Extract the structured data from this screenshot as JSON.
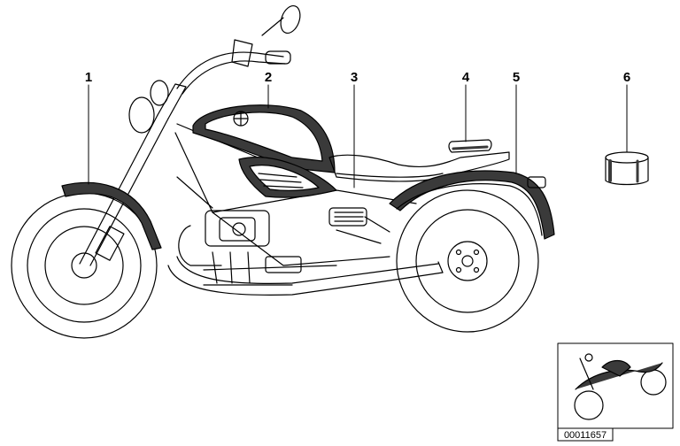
{
  "callouts": [
    {
      "label": "1",
      "part": "front-fender"
    },
    {
      "label": "2",
      "part": "fuel-tank"
    },
    {
      "label": "3",
      "part": "side-cover"
    },
    {
      "label": "4",
      "part": "seat-pad"
    },
    {
      "label": "5",
      "part": "rear-fender"
    },
    {
      "label": "6",
      "part": "paint-pen"
    }
  ],
  "reference_number": "00011657",
  "colors": {
    "line": "#000000",
    "paint": "#3a3a3a",
    "background": "#ffffff"
  }
}
